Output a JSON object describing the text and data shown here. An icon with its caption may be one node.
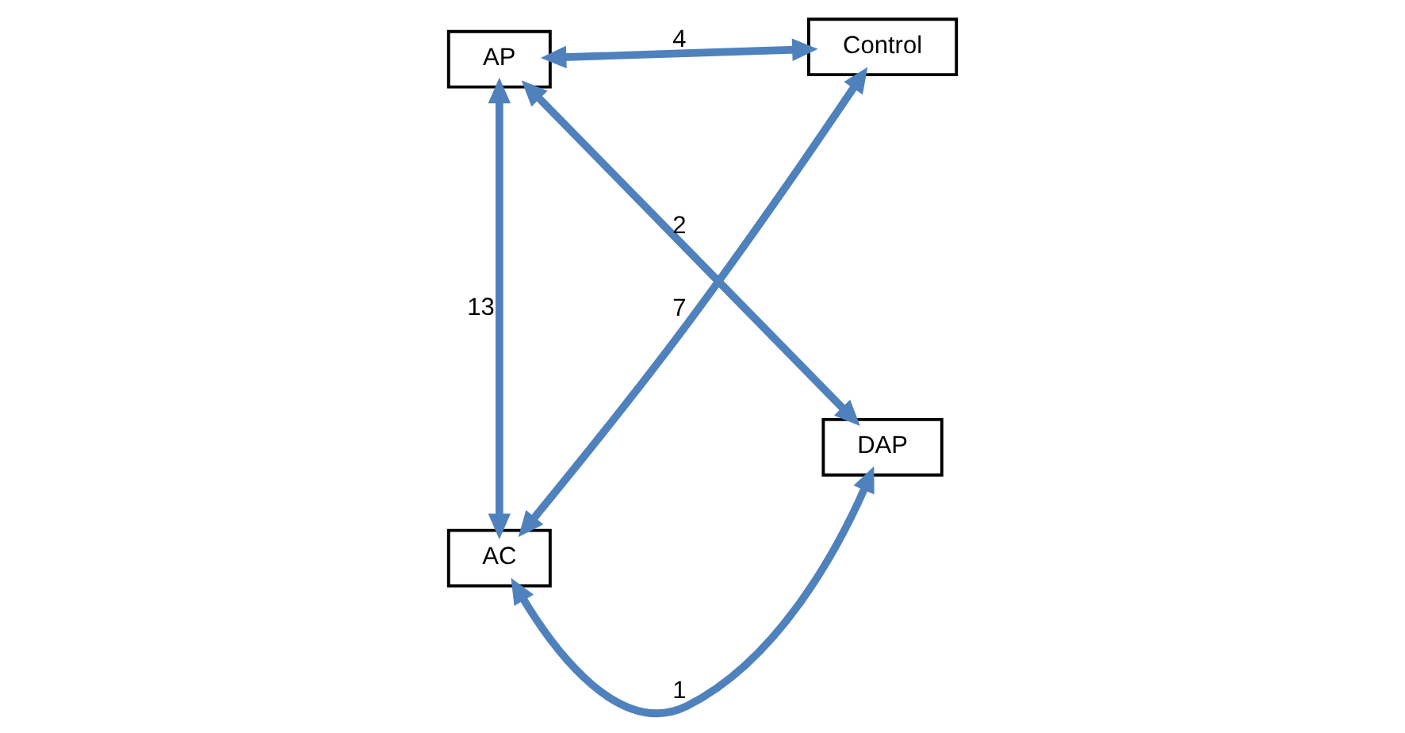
{
  "diagram": {
    "nodes": [
      {
        "text": [
          "AP"
        ]
      },
      {
        "text": [
          "Control"
        ]
      },
      {
        "text": [
          "DAP"
        ]
      },
      {
        "text": [
          "AC"
        ]
      }
    ],
    "edges": [
      {
        "from": 0,
        "to": 1,
        "arrow": "both",
        "label": "4"
      },
      {
        "from": 0,
        "to": 2,
        "arrow": "both",
        "label": "2"
      },
      {
        "from": 0,
        "to": 3,
        "arrow": "both",
        "label": "13"
      },
      {
        "from": 1,
        "to": 3,
        "arrow": "both",
        "label": "7"
      },
      {
        "from": 3,
        "to": 2,
        "arrow": "both",
        "label": "1"
      }
    ]
  }
}
